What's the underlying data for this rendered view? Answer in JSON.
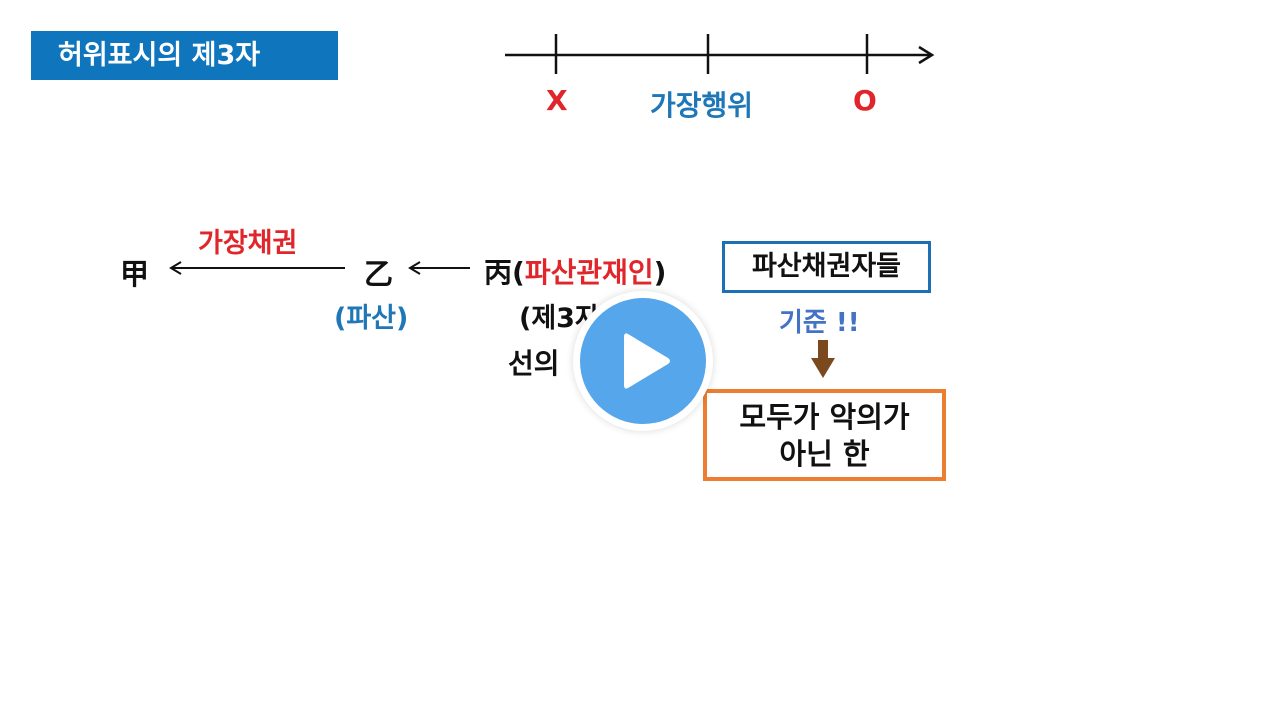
{
  "title": "허위표시의 제3자",
  "timeline": {
    "left_label": "X",
    "center_label": "가장행위",
    "right_label": "O"
  },
  "parties": {
    "a": "甲",
    "b": "乙",
    "c": "丙"
  },
  "arrow_label": "가장채권",
  "bankrupt_label": "(파산)",
  "c_role": {
    "open": "(",
    "name": "파산관재인",
    "close": ")"
  },
  "third_party_label": "(제3자",
  "good_faith_label": "선의",
  "creditors_box": "파산채권자들",
  "criterion_label": "기준 !!",
  "result_box": {
    "line1": "모두가 악의가",
    "line2": "아닌 한"
  },
  "colors": {
    "title_bg": "#0f75bd",
    "red": "#e0262b",
    "blue": "#1f77b8",
    "criterion": "#4472c4",
    "creditors_border": "#1f6fb4",
    "result_border": "#ed7d31",
    "down_arrow": "#7a4a1e",
    "play_button": "#55a6ea"
  },
  "icons": {
    "play": "play-icon",
    "down_arrow": "down-arrow-icon"
  }
}
